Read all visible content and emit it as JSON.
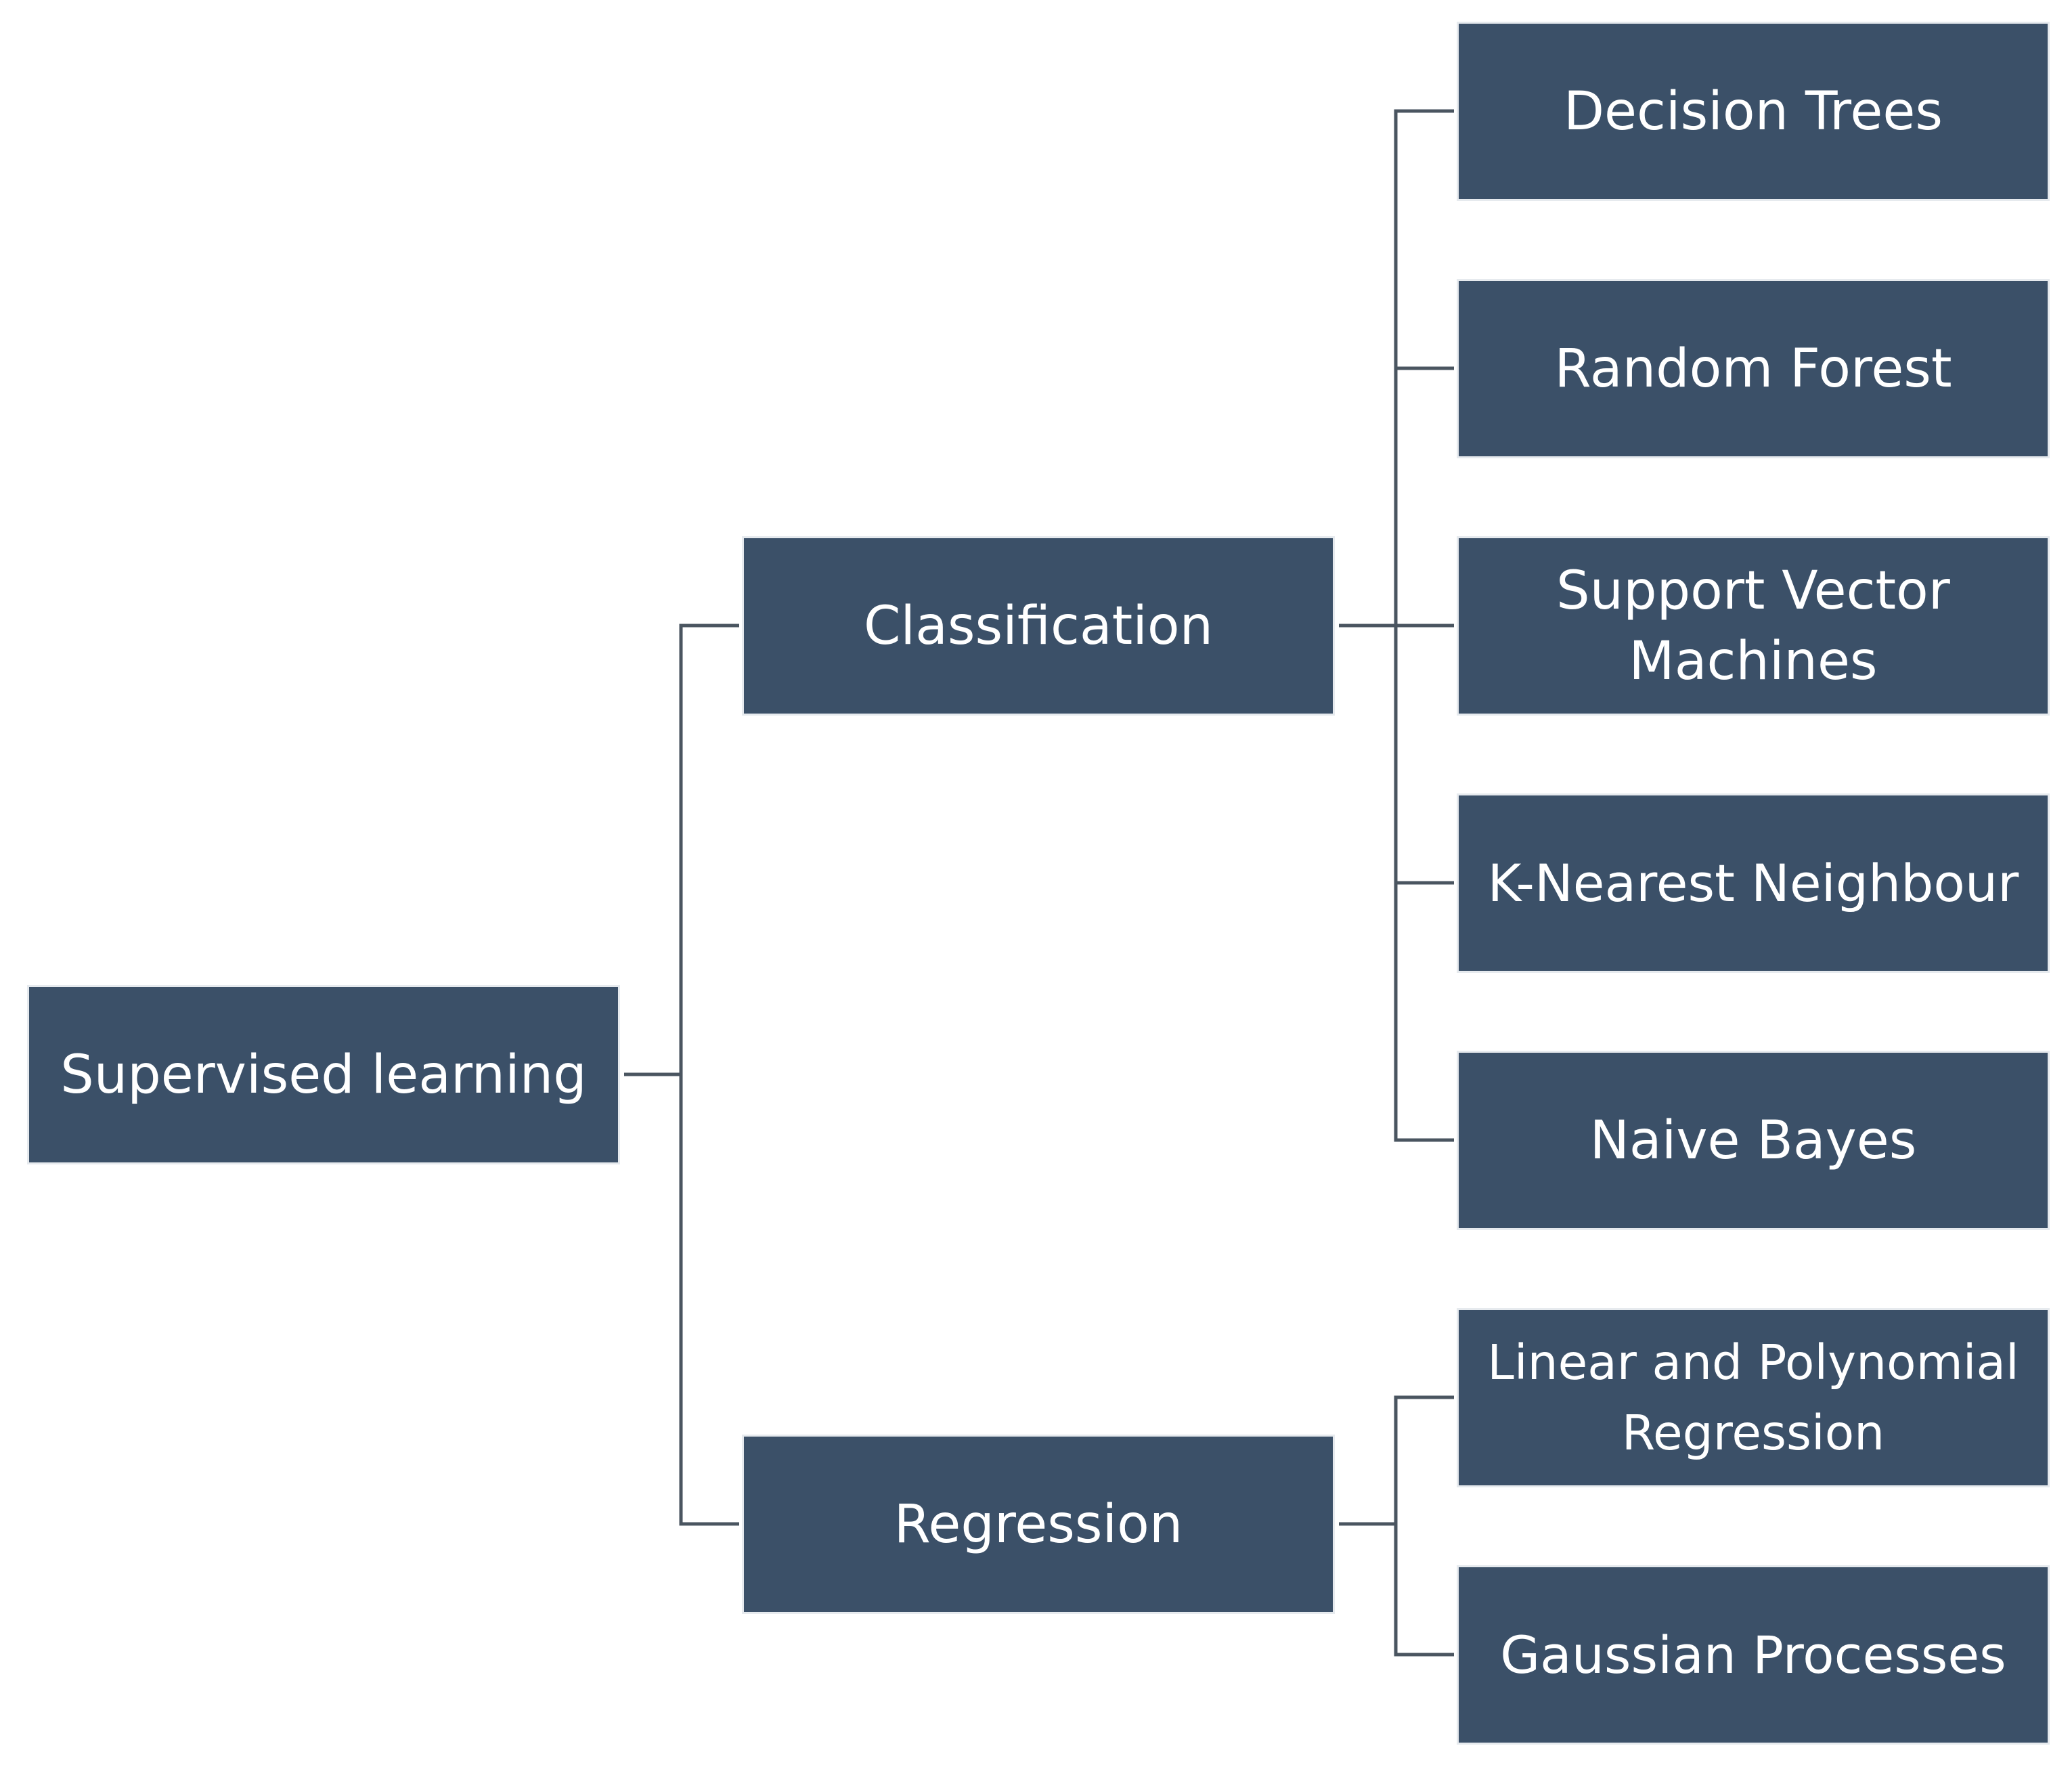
{
  "colors": {
    "box_fill": "#3b5068",
    "box_text": "#ffffff",
    "connector": "#4a5560"
  },
  "nodes": {
    "root": {
      "line1": "Supervised learning"
    },
    "classification": {
      "line1": "Classification"
    },
    "regression": {
      "line1": "Regression"
    },
    "decision_trees": {
      "line1": "Decision Trees"
    },
    "random_forest": {
      "line1": "Random Forest"
    },
    "svm": {
      "line1": "Support Vector",
      "line2": "Machines"
    },
    "knn": {
      "line1": "K-Nearest Neighbour"
    },
    "naive_bayes": {
      "line1": "Naive Bayes"
    },
    "linear_poly": {
      "line1": "Linear and Polynomial",
      "line2": "Regression"
    },
    "gaussian": {
      "line1": "Gaussian Processes"
    }
  }
}
